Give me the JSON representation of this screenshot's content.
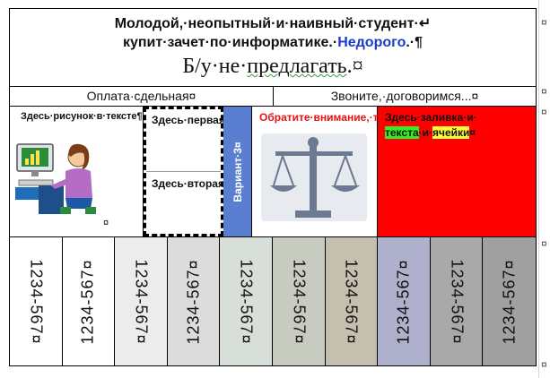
{
  "title": {
    "line1": "Молодой,·неопытный·и·наивный·студент·↵",
    "line2_prefix": "купит·зачет·по·информатике.·",
    "line2_accent": "Недорого",
    "line2_suffix": ".·¶",
    "line3_prefix": "Б/у·не·",
    "line3_accent": "предлагать",
    "line3_suffix": ".¤"
  },
  "pay_row": {
    "left": "Оплата·сдельная¤",
    "right": "Звоните,·договоримся...¤"
  },
  "mid_row": {
    "picture_label": "Здесь·рисунок·в·тексте¶",
    "picture_mark": "¤",
    "picture_icon": "woman-at-computer-icon",
    "first_cell": "Здесь·первая·ячейка¤",
    "second_cell": "Здесь·вторая·ячейка¤",
    "variant": "Вариант·3¤",
    "watermark_text": "Обратите·внимание,·тут·рисунок·на·заднем·плане¤",
    "watermark_icon": "scales-of-justice-icon",
    "fill_prefix": "Здесь·заливка·и·",
    "fill_word_green": "текста",
    "fill_mid": "·и·",
    "fill_word_yellow": "ячейки",
    "fill_suffix": "¤"
  },
  "number_columns": [
    {
      "text": "1234-567¤",
      "bg": "#ffffff",
      "dir": "down"
    },
    {
      "text": "1234-567¤",
      "bg": "#ffffff",
      "dir": "up"
    },
    {
      "text": "1234-567¤",
      "bg": "#ececec",
      "dir": "down"
    },
    {
      "text": "1234-567¤",
      "bg": "#dcdcdc",
      "dir": "up"
    },
    {
      "text": "1234-567¤",
      "bg": "#d8dfd8",
      "dir": "down"
    },
    {
      "text": "1234-567¤",
      "bg": "#c8ccc0",
      "dir": "down"
    },
    {
      "text": "1234-567¤",
      "bg": "#c5bfb0",
      "dir": "down"
    },
    {
      "text": "1234-567¤",
      "bg": "#aeb0cc",
      "dir": "up"
    },
    {
      "text": "1234-567¤",
      "bg": "#a9a9a9",
      "dir": "down"
    },
    {
      "text": "1234-567¤",
      "bg": "#a0a0a0",
      "dir": "up"
    }
  ],
  "side_marks": [
    "¤",
    "¤",
    "¤",
    "¤",
    "¤"
  ],
  "colors": {
    "accent_blue": "#1a3ccc",
    "variant_blue": "#5b7fd0",
    "watermark_red": "#ee1111",
    "fill_red": "#ff0000"
  }
}
